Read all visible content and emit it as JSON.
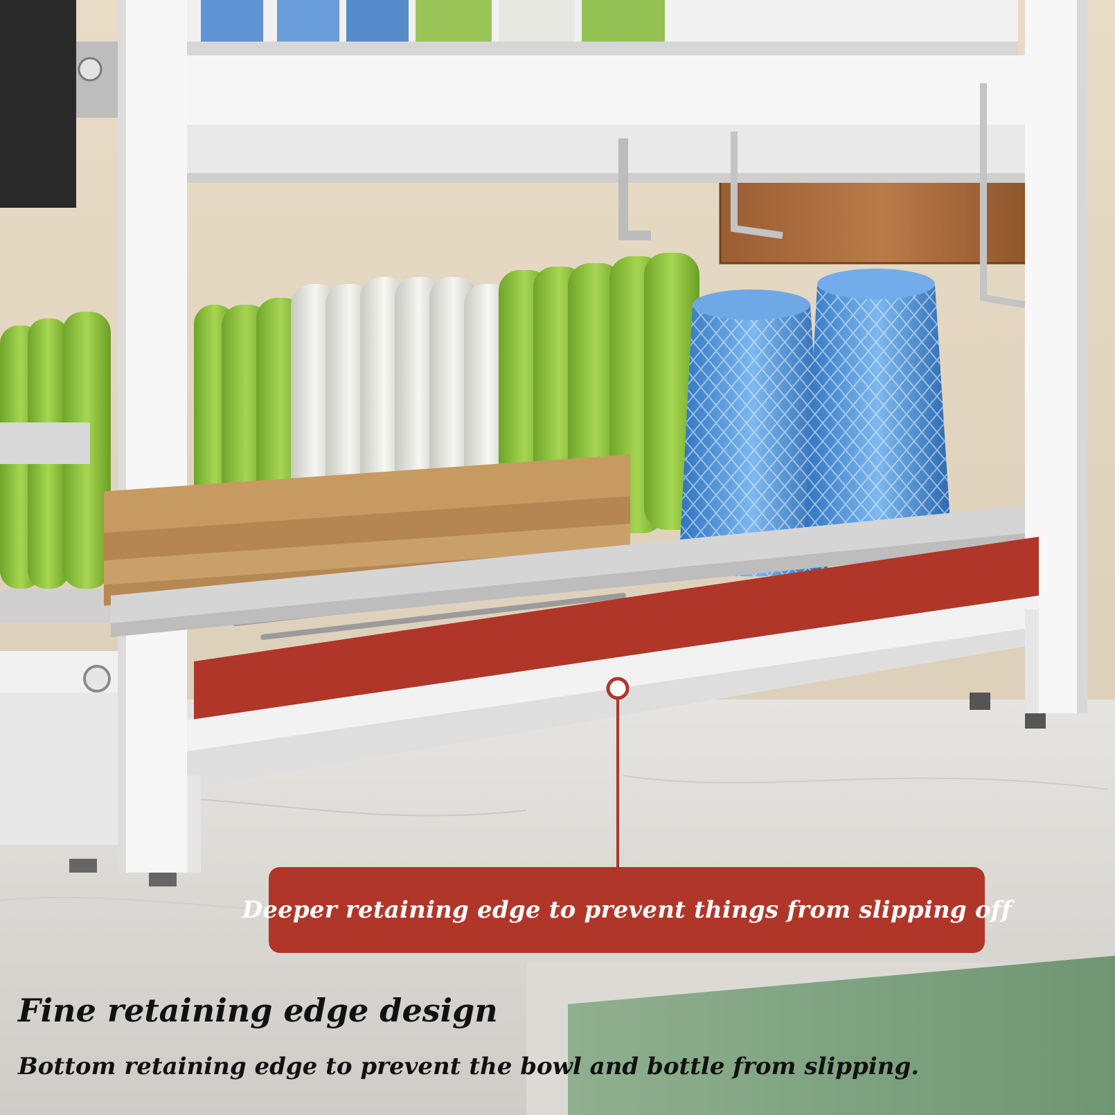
{
  "callout": {
    "text": "Deeper retaining edge to prevent things from slipping off"
  },
  "caption": {
    "headline": "Fine retaining edge design",
    "subline": "Bottom retaining edge to prevent the bowl and bottle from slipping."
  },
  "colors": {
    "accent_red": "#b03629",
    "text_dark": "#111111",
    "rack_white": "#f3f3f3",
    "bowl_green": "#8cc63a",
    "bowl_white": "#efefea",
    "cup_blue": "#4a8fd6"
  }
}
